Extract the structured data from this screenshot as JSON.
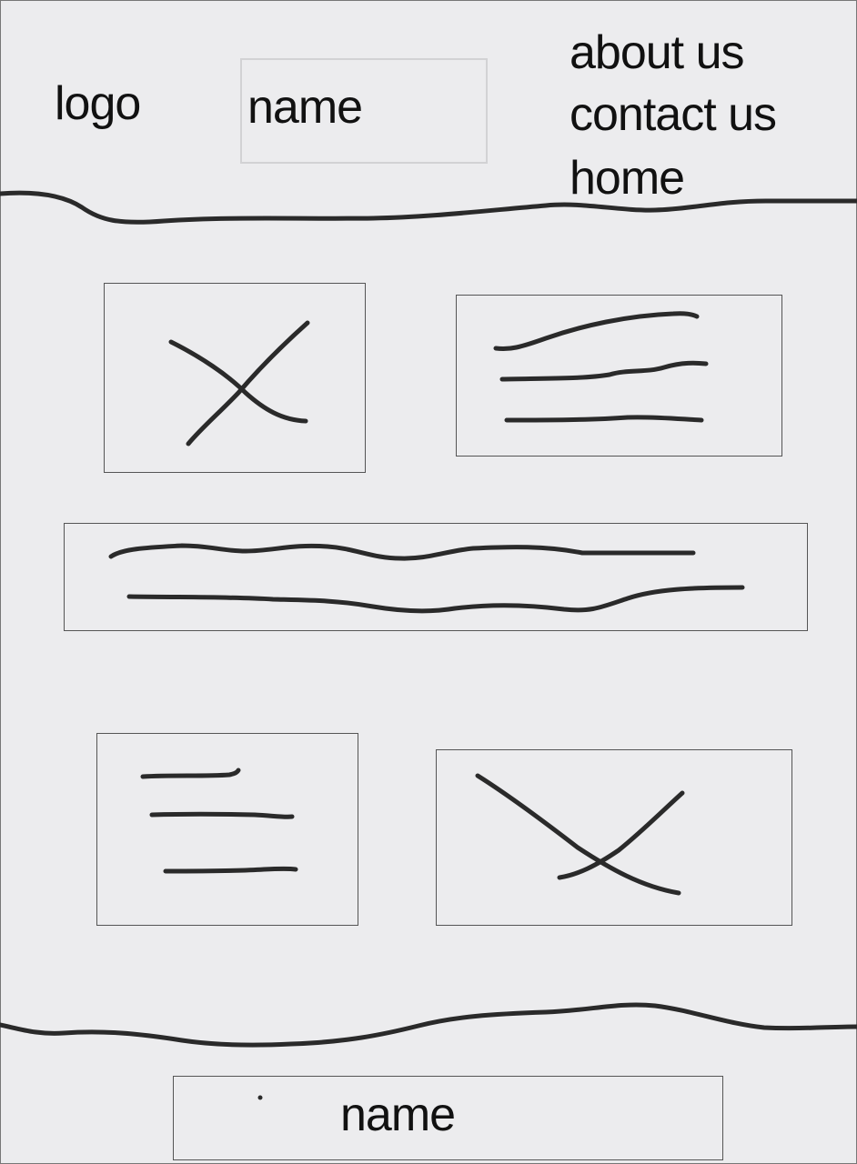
{
  "header": {
    "logo_text": "logo",
    "name_text": "name",
    "nav": {
      "about": "about us",
      "contact": "contact us",
      "home": "home"
    }
  },
  "footer": {
    "name_text": "name"
  }
}
